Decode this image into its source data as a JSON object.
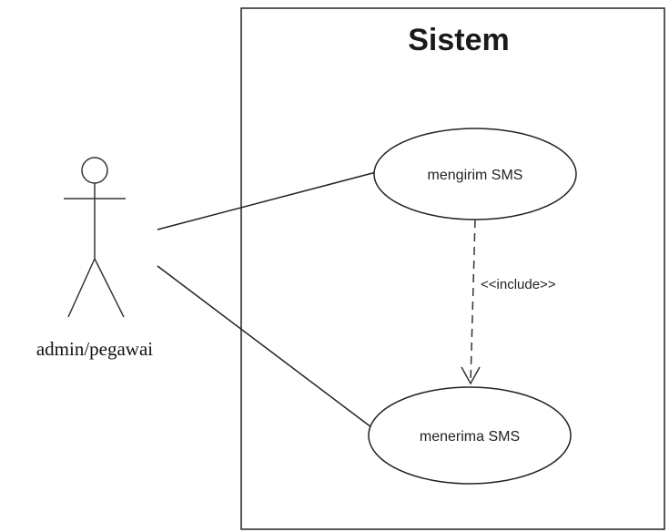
{
  "diagram": {
    "type": "use-case",
    "system": {
      "title": "Sistem"
    },
    "actor": {
      "label": "admin/pegawai"
    },
    "use_cases": [
      {
        "label": "mengirim SMS"
      },
      {
        "label": "menerima SMS"
      }
    ],
    "relations": [
      {
        "from": "actor",
        "to": "use_cases.0",
        "kind": "association"
      },
      {
        "from": "actor",
        "to": "use_cases.1",
        "kind": "association"
      },
      {
        "from": "use_cases.0",
        "to": "use_cases.1",
        "kind": "include",
        "label": "<<include>>"
      }
    ]
  }
}
